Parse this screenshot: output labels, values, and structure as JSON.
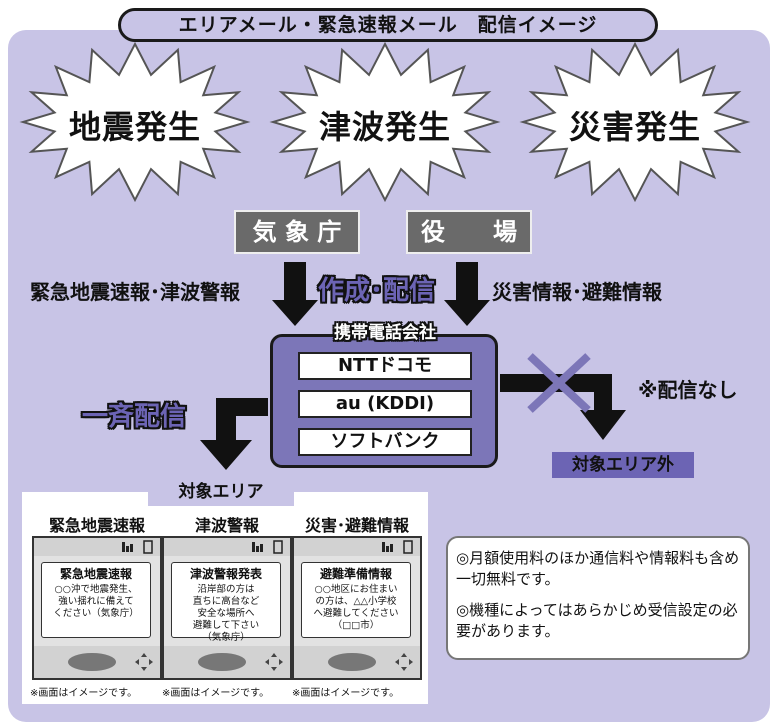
{
  "title": "エリアメール・緊急速報メール　配信イメージ",
  "events": [
    "地震発生",
    "津波発生",
    "災害発生"
  ],
  "sources": [
    "気 象 庁",
    "役　　場"
  ],
  "left_label": "緊急地震速報･津波警報",
  "right_label": "災害情報･避難情報",
  "center_label": "作成･配信",
  "carrier_group": {
    "title": "携帯電話会社",
    "carriers": [
      "NTTドコモ",
      "au (KDDI)",
      "ソフトバンク"
    ]
  },
  "broadcast_label": "一斉配信",
  "no_delivery_label": "※配信なし",
  "outside_area_label": "対象エリア外",
  "target_area_label": "対象エリア",
  "phones": [
    {
      "title": "緊急地震速報",
      "msg_head": "緊急地震速報",
      "msg_body": "○○沖で地震発生、\n強い揺れに備えて\nください（気象庁）",
      "caption": "※画面はイメージです。"
    },
    {
      "title": "津波警報",
      "msg_head": "津波警報発表",
      "msg_body": "沿岸部の方は\n直ちに高台など\n安全な場所へ\n避難して下さい\n（気象庁）",
      "caption": "※画面はイメージです。"
    },
    {
      "title": "災害･避難情報",
      "msg_head": "避難準備情報",
      "msg_body": "○○地区にお住まい\nの方は、△△小学校\nへ避難してください\n（□□市）",
      "caption": "※画面はイメージです。"
    }
  ],
  "notes": [
    "◎月額使用料のほか通信料や情報料も含め一切無料です。",
    "◎機種によってはあらかじめ受信設定の必要があります。"
  ],
  "colors": {
    "panel": "#c8c4e6",
    "accent": "#6c64b4",
    "gray": "#6a6a6a"
  }
}
